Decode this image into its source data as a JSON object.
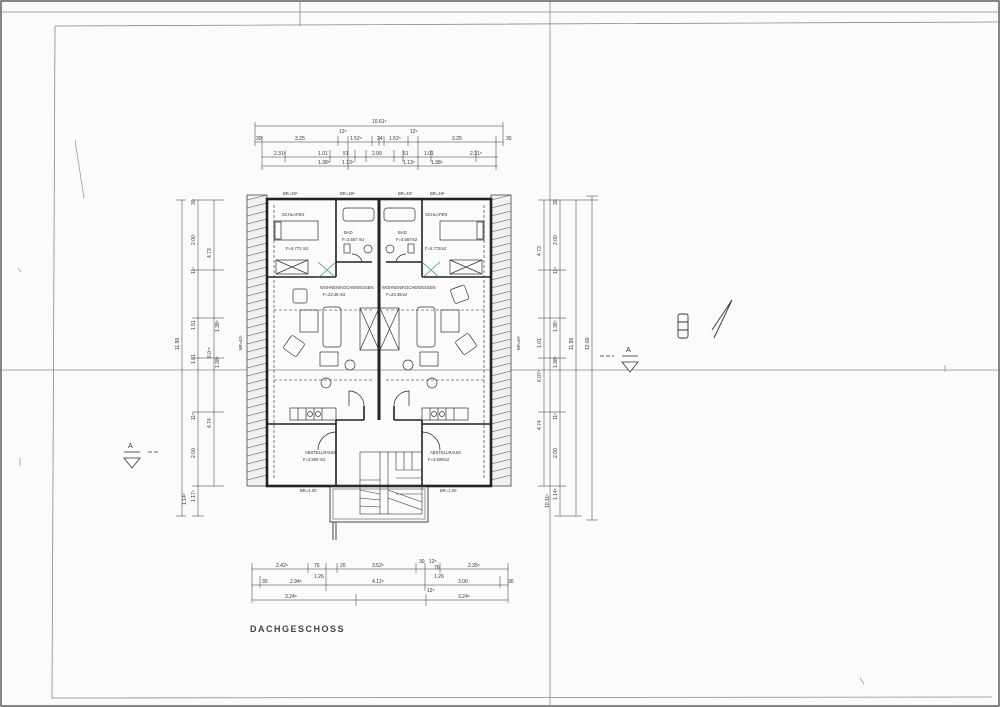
{
  "sheet": {
    "title": "DACHGESCHOSS"
  },
  "dims_top": {
    "overall": "10.61⁵",
    "row1": [
      "30",
      "3.25",
      "12⁵",
      "1.52⁵",
      "24",
      "1.52⁵",
      "12⁵",
      "3.25",
      "30"
    ],
    "row2": [
      "2.31⁵",
      "1.01",
      "51",
      "2.09",
      "51",
      "1.01",
      "2.31⁵"
    ],
    "row3": [
      "1.38⁵",
      "1.13⁵",
      "1.13⁵",
      "1.38⁵"
    ]
  },
  "dims_bottom": {
    "row1": [
      "2.42⁵",
      "76",
      "20",
      "3.52⁵",
      "30",
      "12⁵",
      "76",
      "2.35⁵"
    ],
    "row2": [
      "30",
      "2.94⁵",
      "1.26",
      "4.12⁵",
      "1.26",
      "3.00",
      "30"
    ],
    "row3": [
      "3.24⁵",
      "12⁵",
      "3.24⁵"
    ]
  },
  "dims_left": {
    "overall": "11.99",
    "chain1": [
      "30",
      "2.00",
      "11⁵",
      "1.51",
      "1.81",
      "11⁵",
      "2.00",
      "1.14⁵"
    ],
    "chain2": [
      "4.73",
      "6.0⁷⁵",
      "4.74",
      "1.17⁵"
    ],
    "chain3": [
      "1.38⁵",
      "1.38⁵"
    ]
  },
  "dims_right": {
    "overall1": "11.99",
    "overall2": "12.60",
    "chain1": [
      "4.73",
      "1.01",
      "6.07⁵",
      "4.74",
      "1.14⁵"
    ],
    "chain2": [
      "30",
      "2.00",
      "11⁵",
      "1.38⁵",
      "1.38⁵",
      "11⁵",
      "2.00",
      "10.11⁵"
    ]
  },
  "window_labels": [
    "BR=40⁵",
    "BR=19⁵",
    "BR=40⁵",
    "BR=19⁵",
    "BR=1.00",
    "BR=1.00",
    "BR=40⁵",
    "BR=40⁵"
  ],
  "rooms": {
    "schlafen_l": {
      "name": "SCHLAFEN",
      "area": "F=5.772 m2"
    },
    "schlafen_r": {
      "name": "SCHLAFEN",
      "area": "F=5.772m2"
    },
    "bad_l": {
      "name": "BAD",
      "area": "F=3.567 m2"
    },
    "bad_r": {
      "name": "BAD",
      "area": "F=4.567m2"
    },
    "wohnen_l": {
      "name": "WOHNEN/KOCHEN/ESSEN",
      "area": "F=23.46 m2"
    },
    "wohnen_r": {
      "name": "WOHNEN/KOCHEN/ESSEN",
      "area": "F=23.46m2"
    },
    "abstell_l": {
      "name": "ABSTELLRAUM",
      "area": "F=3.509 m2"
    },
    "abstell_r": {
      "name": "ABSTELLRAUM",
      "area": "F=3.509m2"
    }
  },
  "section_marks": {
    "left": "A",
    "right": "A"
  }
}
